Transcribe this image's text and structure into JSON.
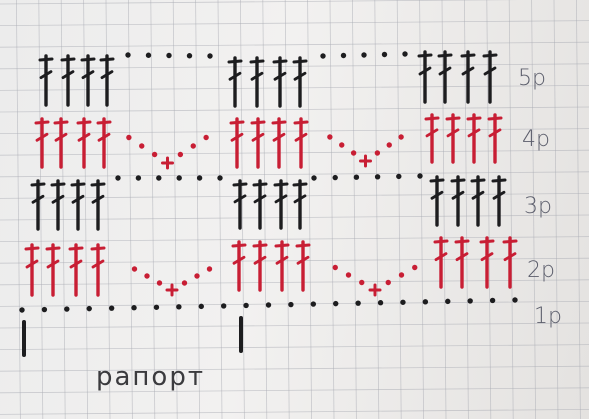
{
  "diagram": {
    "colors": {
      "black": "#1d1d1f",
      "red": "#c81e34",
      "paper": "#efeeed",
      "grid": "#a9abb3",
      "label": "#5b5d6b"
    },
    "rows": [
      {
        "label": "5р",
        "color": "black",
        "stitch": "double-crochet",
        "groups": 3,
        "stitches_per_group": 4,
        "between": "chain-arch"
      },
      {
        "label": "4р",
        "color": "red",
        "stitch": "double-crochet",
        "groups": 3,
        "stitches_per_group": 4,
        "between": "chain-v-with-single-crochet"
      },
      {
        "label": "3р",
        "color": "black",
        "stitch": "double-crochet",
        "groups": 3,
        "stitches_per_group": 4,
        "between": "chain"
      },
      {
        "label": "2р",
        "color": "red",
        "stitch": "double-crochet",
        "groups": 3,
        "stitches_per_group": 4,
        "between": "chain-v-with-single-crochet"
      },
      {
        "label": "1р",
        "color": "black",
        "stitch": "chain",
        "groups": 1,
        "stitches_per_group": 0,
        "between": "chain"
      }
    ],
    "repeat_label": "рапорт"
  }
}
